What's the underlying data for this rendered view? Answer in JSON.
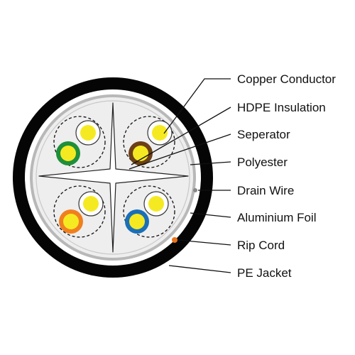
{
  "labels": {
    "copper_conductor": "Copper Conductor",
    "hdpe_insulation": "HDPE Insulation",
    "seperator": "Seperator",
    "polyester": "Polyester",
    "drain_wire": "Drain Wire",
    "aluminium_foil": "Aluminium Foil",
    "rip_cord": "Rip Cord",
    "pe_jacket": "PE Jacket"
  },
  "colors": {
    "jacket": "#050505",
    "foil": "#b8b8b8",
    "fill": "#eeeeee",
    "conductor": "#f5ea22",
    "green": "#1e8f3a",
    "brown": "#6b3f18",
    "orange": "#f07f1f",
    "blue": "#1a6fb8",
    "rip_cord": "#e8741c"
  }
}
